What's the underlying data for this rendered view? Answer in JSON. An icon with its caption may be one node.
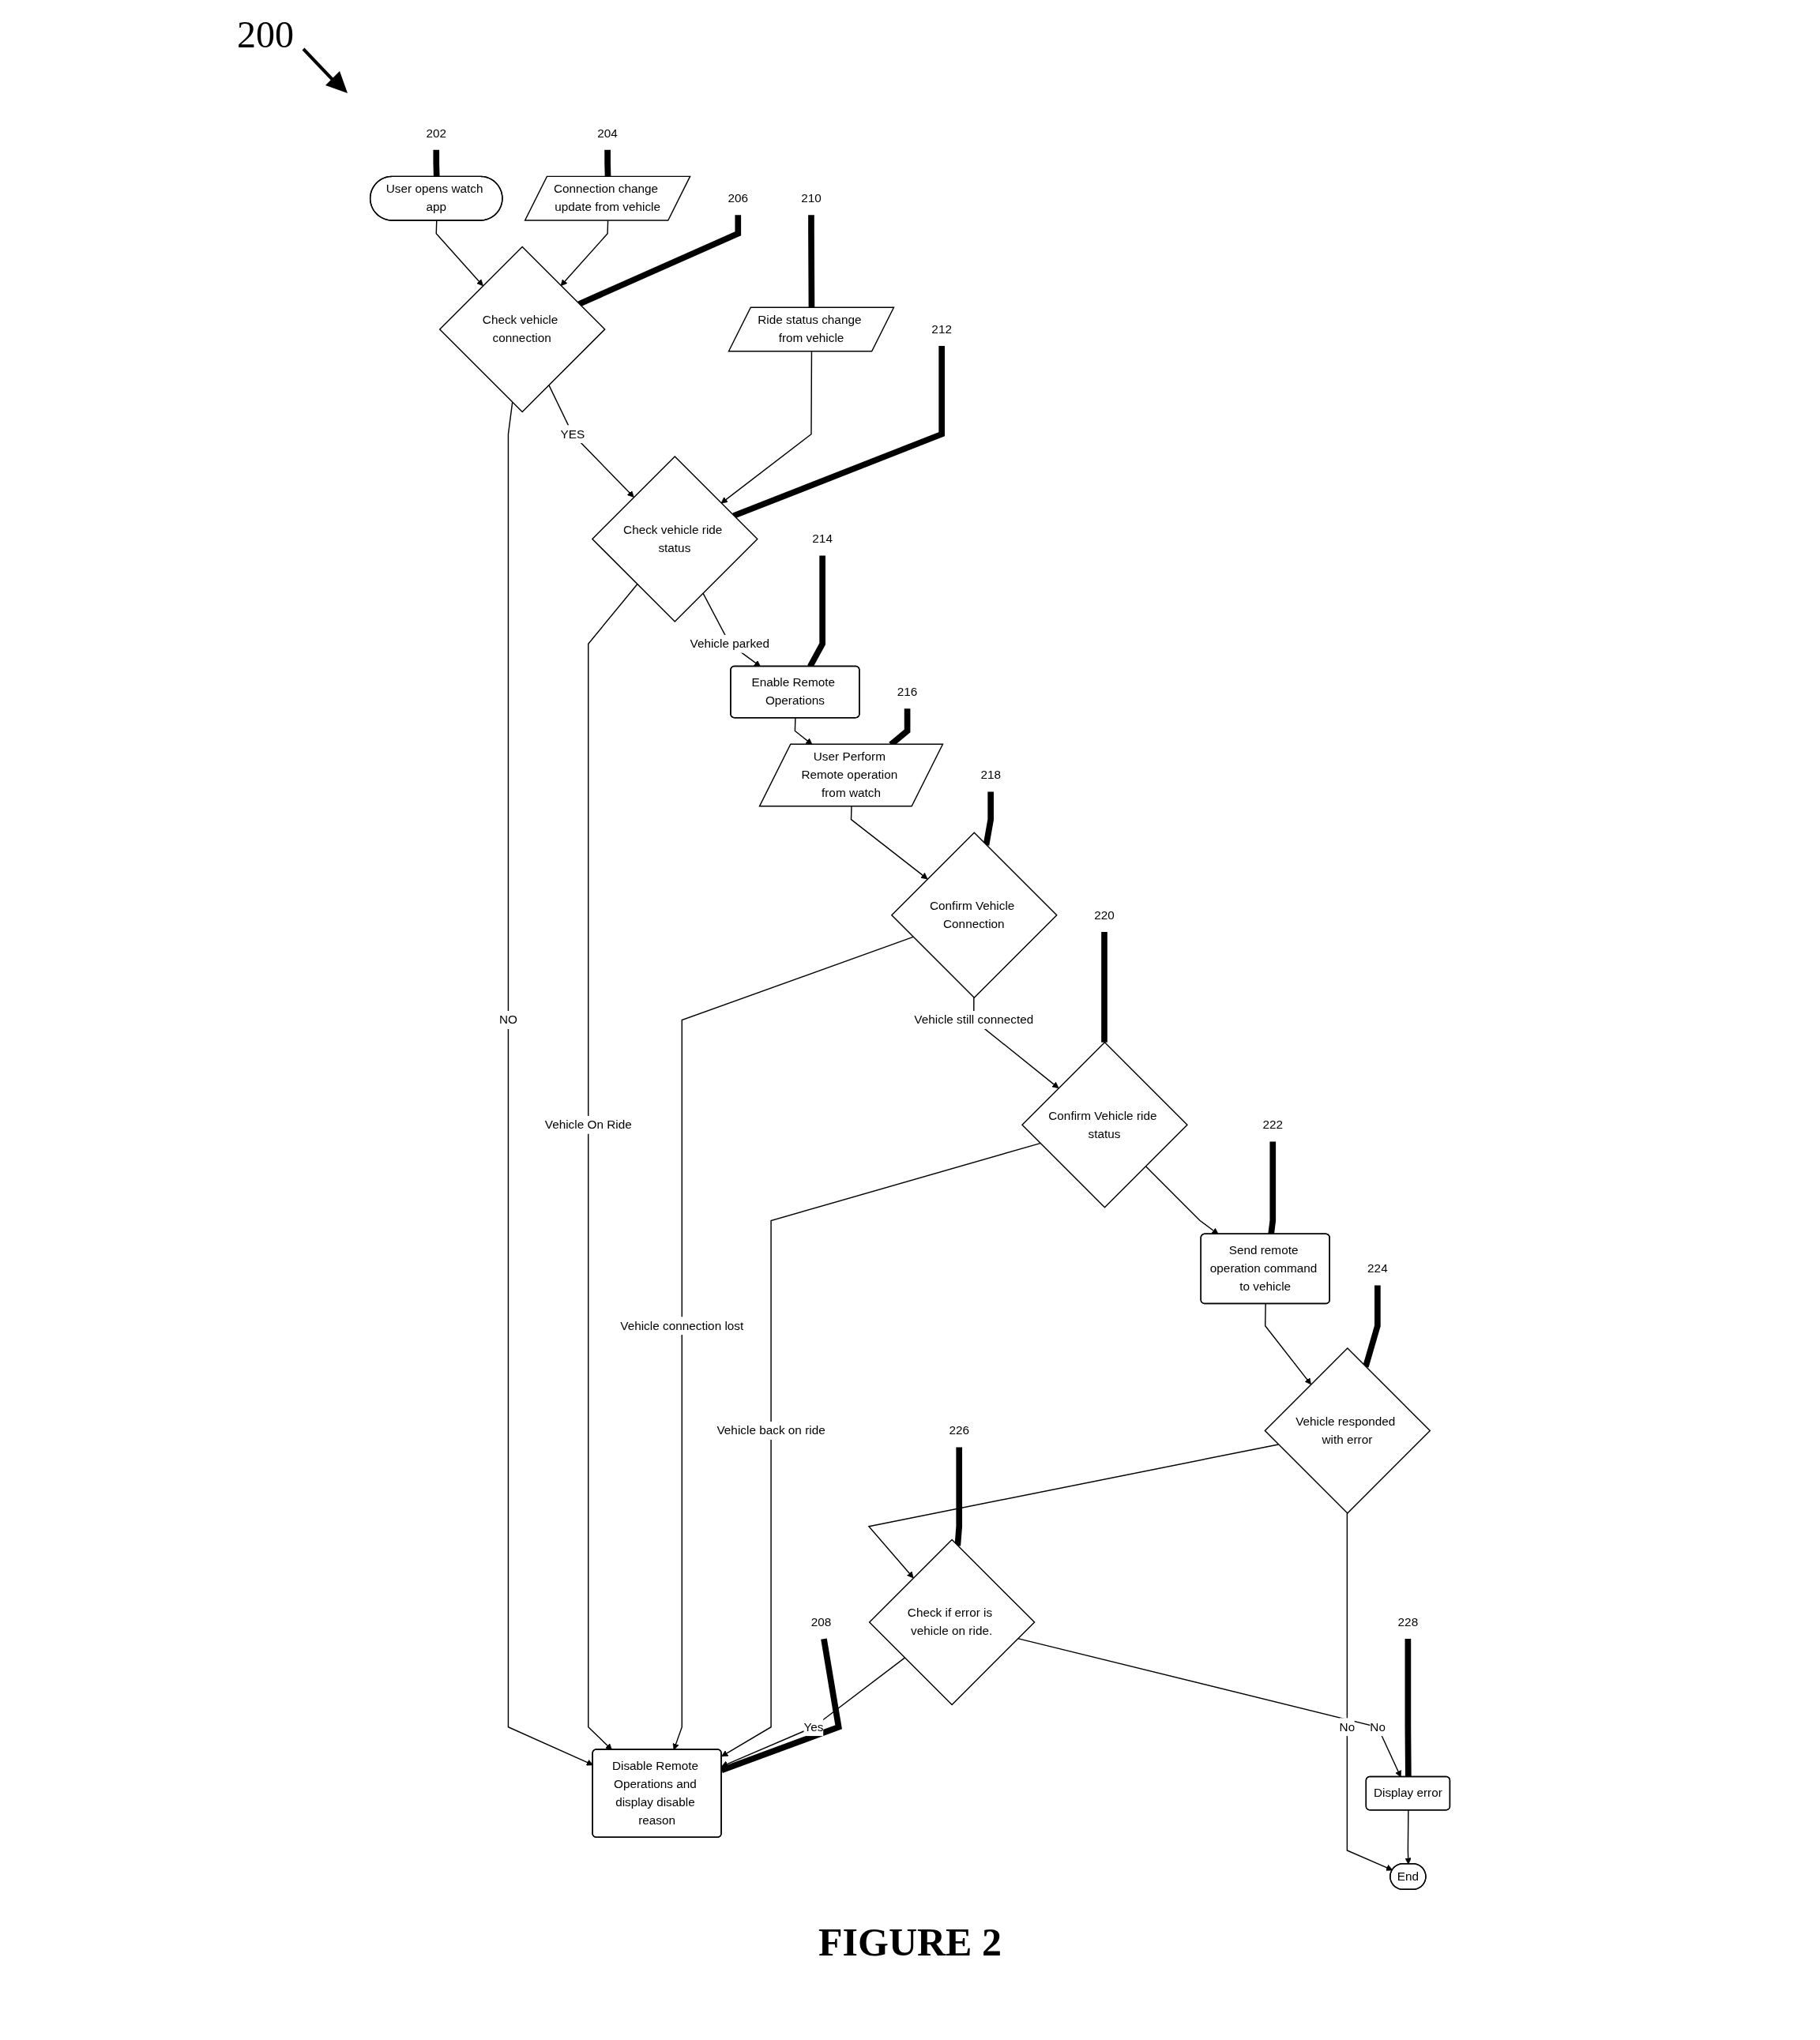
{
  "diagram": {
    "caption": "FIGURE 2",
    "nodes": [
      {
        "text": [
          "202"
        ]
      },
      {
        "text": [
          "User opens watch app"
        ]
      },
      {
        "text": [
          "204"
        ]
      },
      {
        "text": [
          "Connection change update from vehicle"
        ]
      },
      {
        "text": [
          "210"
        ]
      },
      {
        "text": [
          "Ride status change from vehicle"
        ]
      },
      {
        "text": [
          "Check vehicle connection"
        ]
      },
      {
        "text": [
          "206"
        ]
      },
      {
        "text": [
          "212"
        ]
      },
      {
        "text": [
          "Check vehicle ride status"
        ]
      },
      {
        "text": [
          "214"
        ]
      },
      {
        "text": [
          "Enable Remote Operations"
        ]
      },
      {
        "text": [
          "208"
        ]
      },
      {
        "text": [
          "Disable Remote Operations and display disable reason"
        ]
      },
      {
        "text": [
          "User Perform Remote operation from watch"
        ]
      },
      {
        "text": [
          "216"
        ]
      },
      {
        "text": [
          "218"
        ]
      },
      {
        "text": [
          "Confirm Vehicle Connection"
        ]
      },
      {
        "text": [
          "220"
        ]
      },
      {
        "text": [
          "Confirm Vehicle ride status"
        ]
      },
      {
        "text": [
          "226"
        ]
      },
      {
        "text": [
          "224"
        ]
      },
      {
        "text": [
          "222"
        ]
      },
      {
        "text": [
          "Check if error is vehicle on ride."
        ]
      },
      {
        "text": [
          "Vehicle responded with error"
        ]
      },
      {
        "text": [
          "Send remote operation command to vehicle"
        ]
      },
      {
        "text": [
          "228"
        ]
      },
      {
        "text": [
          "Display error"
        ]
      },
      {
        "text": [
          "End"
        ]
      }
    ],
    "edges": [
      {
        "from": 1,
        "to": 6,
        "arrow": "to"
      },
      {
        "from": 3,
        "to": 6,
        "arrow": "to"
      },
      {
        "from": 6,
        "to": 13,
        "arrow": "to",
        "label": "NO"
      },
      {
        "from": 6,
        "to": 9,
        "arrow": "to",
        "label": "YES"
      },
      {
        "from": 5,
        "to": 9,
        "arrow": "to"
      },
      {
        "from": 9,
        "to": 11,
        "arrow": "to",
        "label": "Vehicle parked"
      },
      {
        "from": 9,
        "to": 13,
        "arrow": "to",
        "label": "Vehicle On Ride"
      },
      {
        "from": 11,
        "to": 14,
        "arrow": "to"
      },
      {
        "from": 14,
        "to": 17,
        "arrow": "to"
      },
      {
        "from": 17,
        "to": 13,
        "arrow": "to",
        "label": "Vehicle connection lost"
      },
      {
        "from": 17,
        "to": 19,
        "arrow": "to",
        "label": "Vehicle still connected"
      },
      {
        "from": 19,
        "to": 13,
        "arrow": "to",
        "label": "Vehicle back on ride"
      },
      {
        "from": 19,
        "to": 25,
        "arrow": "to"
      },
      {
        "from": 25,
        "to": 24,
        "arrow": "to"
      },
      {
        "from": 24,
        "to": 23,
        "arrow": "to"
      },
      {
        "from": 24,
        "to": 28,
        "arrow": "to",
        "label": "No"
      },
      {
        "from": 23,
        "to": 13,
        "arrow": "to",
        "label": "Yes"
      },
      {
        "from": 23,
        "to": 27,
        "arrow": "to",
        "label": "No"
      },
      {
        "from": 27,
        "to": 28,
        "arrow": "to"
      },
      {
        "from": 0,
        "to": 1,
        "arrow": "none",
        "style": "thick"
      },
      {
        "from": 2,
        "to": 3,
        "arrow": "none",
        "style": "thick"
      },
      {
        "from": 4,
        "to": 5,
        "arrow": "none",
        "style": "thick"
      },
      {
        "from": 7,
        "to": 6,
        "arrow": "none",
        "style": "thick"
      },
      {
        "from": 8,
        "to": 9,
        "arrow": "none",
        "style": "thick"
      },
      {
        "from": 10,
        "to": 11,
        "arrow": "none",
        "style": "thick"
      },
      {
        "from": 12,
        "to": 13,
        "arrow": "none",
        "style": "thick"
      },
      {
        "from": 15,
        "to": 14,
        "arrow": "none",
        "style": "thick"
      },
      {
        "from": 16,
        "to": 17,
        "arrow": "none",
        "style": "thick"
      },
      {
        "from": 18,
        "to": 19,
        "arrow": "none",
        "style": "thick"
      },
      {
        "from": 20,
        "to": 23,
        "arrow": "none",
        "style": "thick"
      },
      {
        "from": 21,
        "to": 24,
        "arrow": "none",
        "style": "thick"
      },
      {
        "from": 22,
        "to": 25,
        "arrow": "none",
        "style": "thick"
      },
      {
        "from": 26,
        "to": 27,
        "arrow": "none",
        "style": "thick"
      }
    ],
    "labels": [
      "200"
    ]
  }
}
